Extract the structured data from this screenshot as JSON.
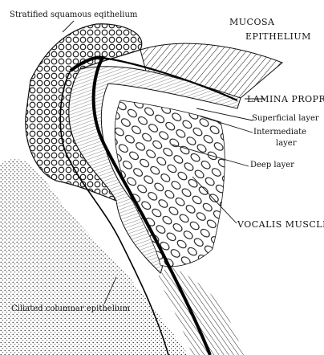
{
  "labels": {
    "stratified": "Stratified squamous eqithelium",
    "mucosa": "MUCOSA",
    "epithelium": "EPITHELIUM",
    "lamina_propria": "LAMINA PROPRIA",
    "superficial": "Superficial layer",
    "intermediate_1": "Intermediate",
    "intermediate_2": "layer",
    "deep": "Deep layer",
    "vocalis": "VOCALIS MUSCLE",
    "ciliated": "Ciliated columnar epithelium"
  },
  "colors": {
    "ink": "#111111",
    "paper": "#ffffff"
  }
}
